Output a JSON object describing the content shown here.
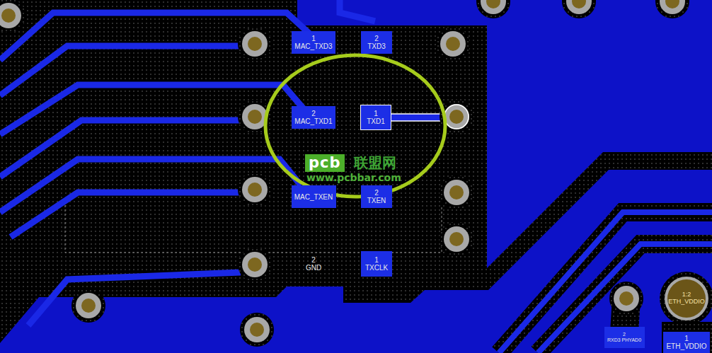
{
  "diagram": {
    "nodes": [
      {
        "text": [
          "1",
          "MAC_TXD3"
        ]
      },
      {
        "text": [
          "2",
          "TXD3"
        ]
      },
      {
        "text": [
          "2",
          "MAC_TXD1"
        ]
      },
      {
        "text": [
          "1",
          "TXD1"
        ]
      },
      {
        "text": [
          "MAC_TXEN"
        ]
      },
      {
        "text": [
          "2",
          "TXEN"
        ]
      },
      {
        "text": [
          "2",
          "GND"
        ]
      },
      {
        "text": [
          "1",
          "TXCLK"
        ]
      },
      {
        "text": [
          "1:2",
          "ETH_VDDIO"
        ]
      },
      {
        "text": [
          "2",
          "RXD3 PHYAD0"
        ]
      },
      {
        "text": [
          "1",
          "ETH_VDDIO"
        ]
      }
    ],
    "labels": [
      "pcb",
      "联盟网",
      "www.pcbbar.com"
    ]
  }
}
